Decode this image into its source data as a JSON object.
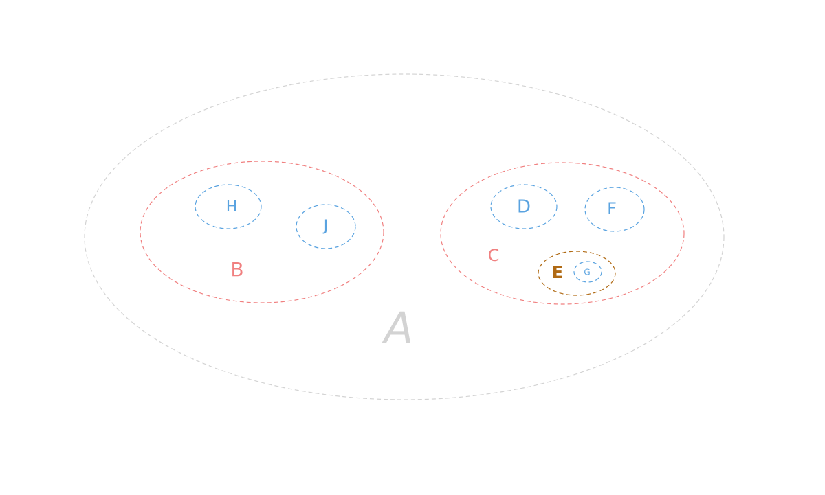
{
  "colors": {
    "outer": "#d3d3d3",
    "group": "#f08080",
    "leaf": "#5aa3e0",
    "nested": "#b06a14"
  },
  "sets": [
    {
      "id": "A",
      "label": "A",
      "parent": null,
      "color_role": "outer"
    },
    {
      "id": "B",
      "label": "B",
      "parent": "A",
      "color_role": "group"
    },
    {
      "id": "C",
      "label": "C",
      "parent": "A",
      "color_role": "group"
    },
    {
      "id": "H",
      "label": "H",
      "parent": "B",
      "color_role": "leaf"
    },
    {
      "id": "J",
      "label": "J",
      "parent": "B",
      "color_role": "leaf"
    },
    {
      "id": "D",
      "label": "D",
      "parent": "C",
      "color_role": "leaf"
    },
    {
      "id": "F",
      "label": "F",
      "parent": "C",
      "color_role": "leaf"
    },
    {
      "id": "E",
      "label": "E",
      "parent": "C",
      "color_role": "nested"
    },
    {
      "id": "G",
      "label": "G",
      "parent": "E",
      "color_role": "leaf"
    }
  ]
}
